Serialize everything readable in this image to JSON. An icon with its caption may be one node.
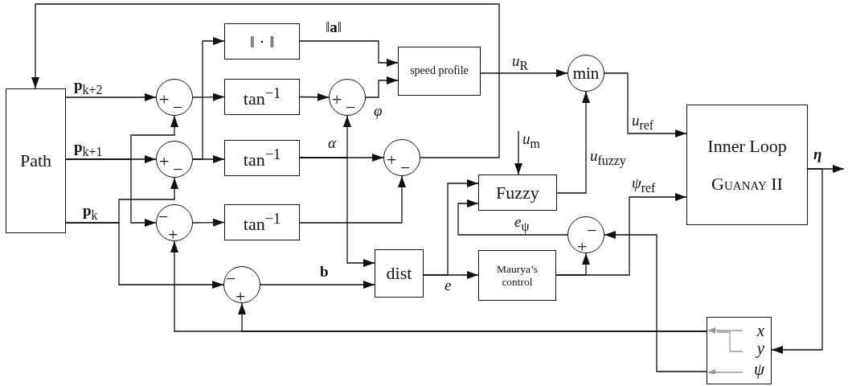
{
  "diagram": {
    "nodes": [
      {
        "text": [
          "Path"
        ]
      },
      {
        "text": [
          "+",
          "−"
        ]
      },
      {
        "text": [
          "+",
          "−"
        ]
      },
      {
        "text": [
          "−",
          "+"
        ]
      },
      {
        "text": [
          "‖ · ‖"
        ]
      },
      {
        "text": [
          "tan$^{−1}$"
        ]
      },
      {
        "text": [
          "tan$^{−1}$"
        ]
      },
      {
        "text": [
          "tan$^{−1}$"
        ]
      },
      {
        "text": [
          "+",
          "−"
        ]
      },
      {
        "text": [
          "+",
          "−"
        ]
      },
      {
        "text": [
          "speed profile"
        ]
      },
      {
        "text": [
          "min"
        ]
      },
      {
        "text": [
          "dist"
        ]
      },
      {
        "text": [
          "−",
          "+"
        ]
      },
      {
        "text": [
          "Fuzzy"
        ]
      },
      {
        "text": [
          "Maurya’s control"
        ]
      },
      {
        "text": [
          "−",
          "+"
        ]
      },
      {
        "text": [
          "Inner Loop",
          "Guanay II"
        ]
      },
      {
        "text": [
          "x",
          "y",
          "ψ"
        ]
      }
    ],
    "edges": [
      {
        "from": 0,
        "to": 1,
        "arrow": "to",
        "label": "**p**$_{k+2}$"
      },
      {
        "from": 0,
        "to": 2,
        "arrow": "to",
        "label": "**p**$_{k+1}$"
      },
      {
        "from": 0,
        "to": 1,
        "arrow": "to"
      },
      {
        "from": 0,
        "to": 3,
        "arrow": "to"
      },
      {
        "from": 0,
        "to": 2,
        "arrow": "to",
        "label": "**p**$_{k}$"
      },
      {
        "from": 0,
        "to": 13,
        "arrow": "to"
      },
      {
        "from": 1,
        "to": 5,
        "arrow": "to"
      },
      {
        "from": 2,
        "to": 6,
        "arrow": "to"
      },
      {
        "from": 2,
        "to": 4,
        "arrow": "to"
      },
      {
        "from": 3,
        "to": 7,
        "arrow": "to"
      },
      {
        "from": 5,
        "to": 8,
        "arrow": "to"
      },
      {
        "from": 6,
        "to": 9,
        "arrow": "to",
        "label": "α"
      },
      {
        "from": 6,
        "to": 8,
        "arrow": "to"
      },
      {
        "from": 6,
        "to": 12,
        "arrow": "to"
      },
      {
        "from": 7,
        "to": 9,
        "arrow": "to"
      },
      {
        "from": 4,
        "to": 10,
        "arrow": "to",
        "label": "‖**a**‖"
      },
      {
        "from": 8,
        "to": 10,
        "arrow": "to",
        "label": "φ"
      },
      {
        "from": 9,
        "to": 0,
        "arrow": "to"
      },
      {
        "from": 10,
        "to": 11,
        "arrow": "to",
        "label": "*u*$_{R}$"
      },
      {
        "from": 14,
        "to": 11,
        "arrow": "to",
        "label": "*u*$_{fuzzy}$"
      },
      {
        "from": null,
        "to": 14,
        "arrow": "to",
        "label": "*u*$_{m}$"
      },
      {
        "from": 11,
        "to": 17,
        "arrow": "to",
        "label": "*u*$_{ref}$"
      },
      {
        "from": 13,
        "to": 12,
        "arrow": "to",
        "label": "b"
      },
      {
        "from": 12,
        "to": 14,
        "arrow": "to"
      },
      {
        "from": 12,
        "to": 15,
        "arrow": "to",
        "label": "e"
      },
      {
        "from": 16,
        "to": 14,
        "arrow": "to",
        "label": "*e*$_{ψ}$"
      },
      {
        "from": 15,
        "to": 16,
        "arrow": "to"
      },
      {
        "from": 15,
        "to": 17,
        "arrow": "to",
        "label": "*ψ*$_{ref}$"
      },
      {
        "from": 17,
        "to": null,
        "arrow": "to",
        "label": "η"
      },
      {
        "from": 17,
        "to": 18,
        "arrow": "to"
      },
      {
        "from": 18,
        "to": 3,
        "arrow": "to"
      },
      {
        "from": 18,
        "to": 13,
        "arrow": "to"
      },
      {
        "from": 18,
        "to": 16,
        "arrow": "to"
      }
    ]
  }
}
